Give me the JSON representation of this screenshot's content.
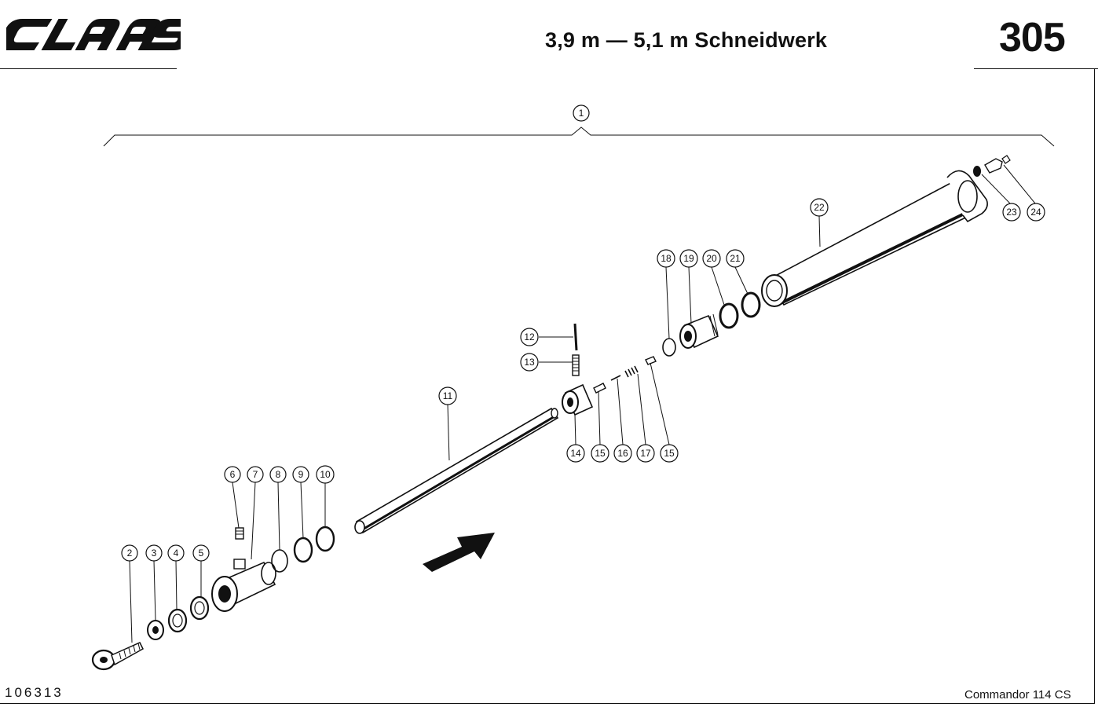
{
  "header": {
    "brand": "CLAAS",
    "title": "3,9 m — 5,1 m Schneidwerk",
    "page_number": "305"
  },
  "footer": {
    "drawing_code": "106313",
    "model": "Commandor 114 CS"
  },
  "callouts": [
    "1",
    "2",
    "3",
    "4",
    "5",
    "6",
    "7",
    "8",
    "9",
    "10",
    "11",
    "12",
    "13",
    "14",
    "15",
    "16",
    "17",
    "15",
    "18",
    "19",
    "20",
    "21",
    "22",
    "23",
    "24"
  ]
}
